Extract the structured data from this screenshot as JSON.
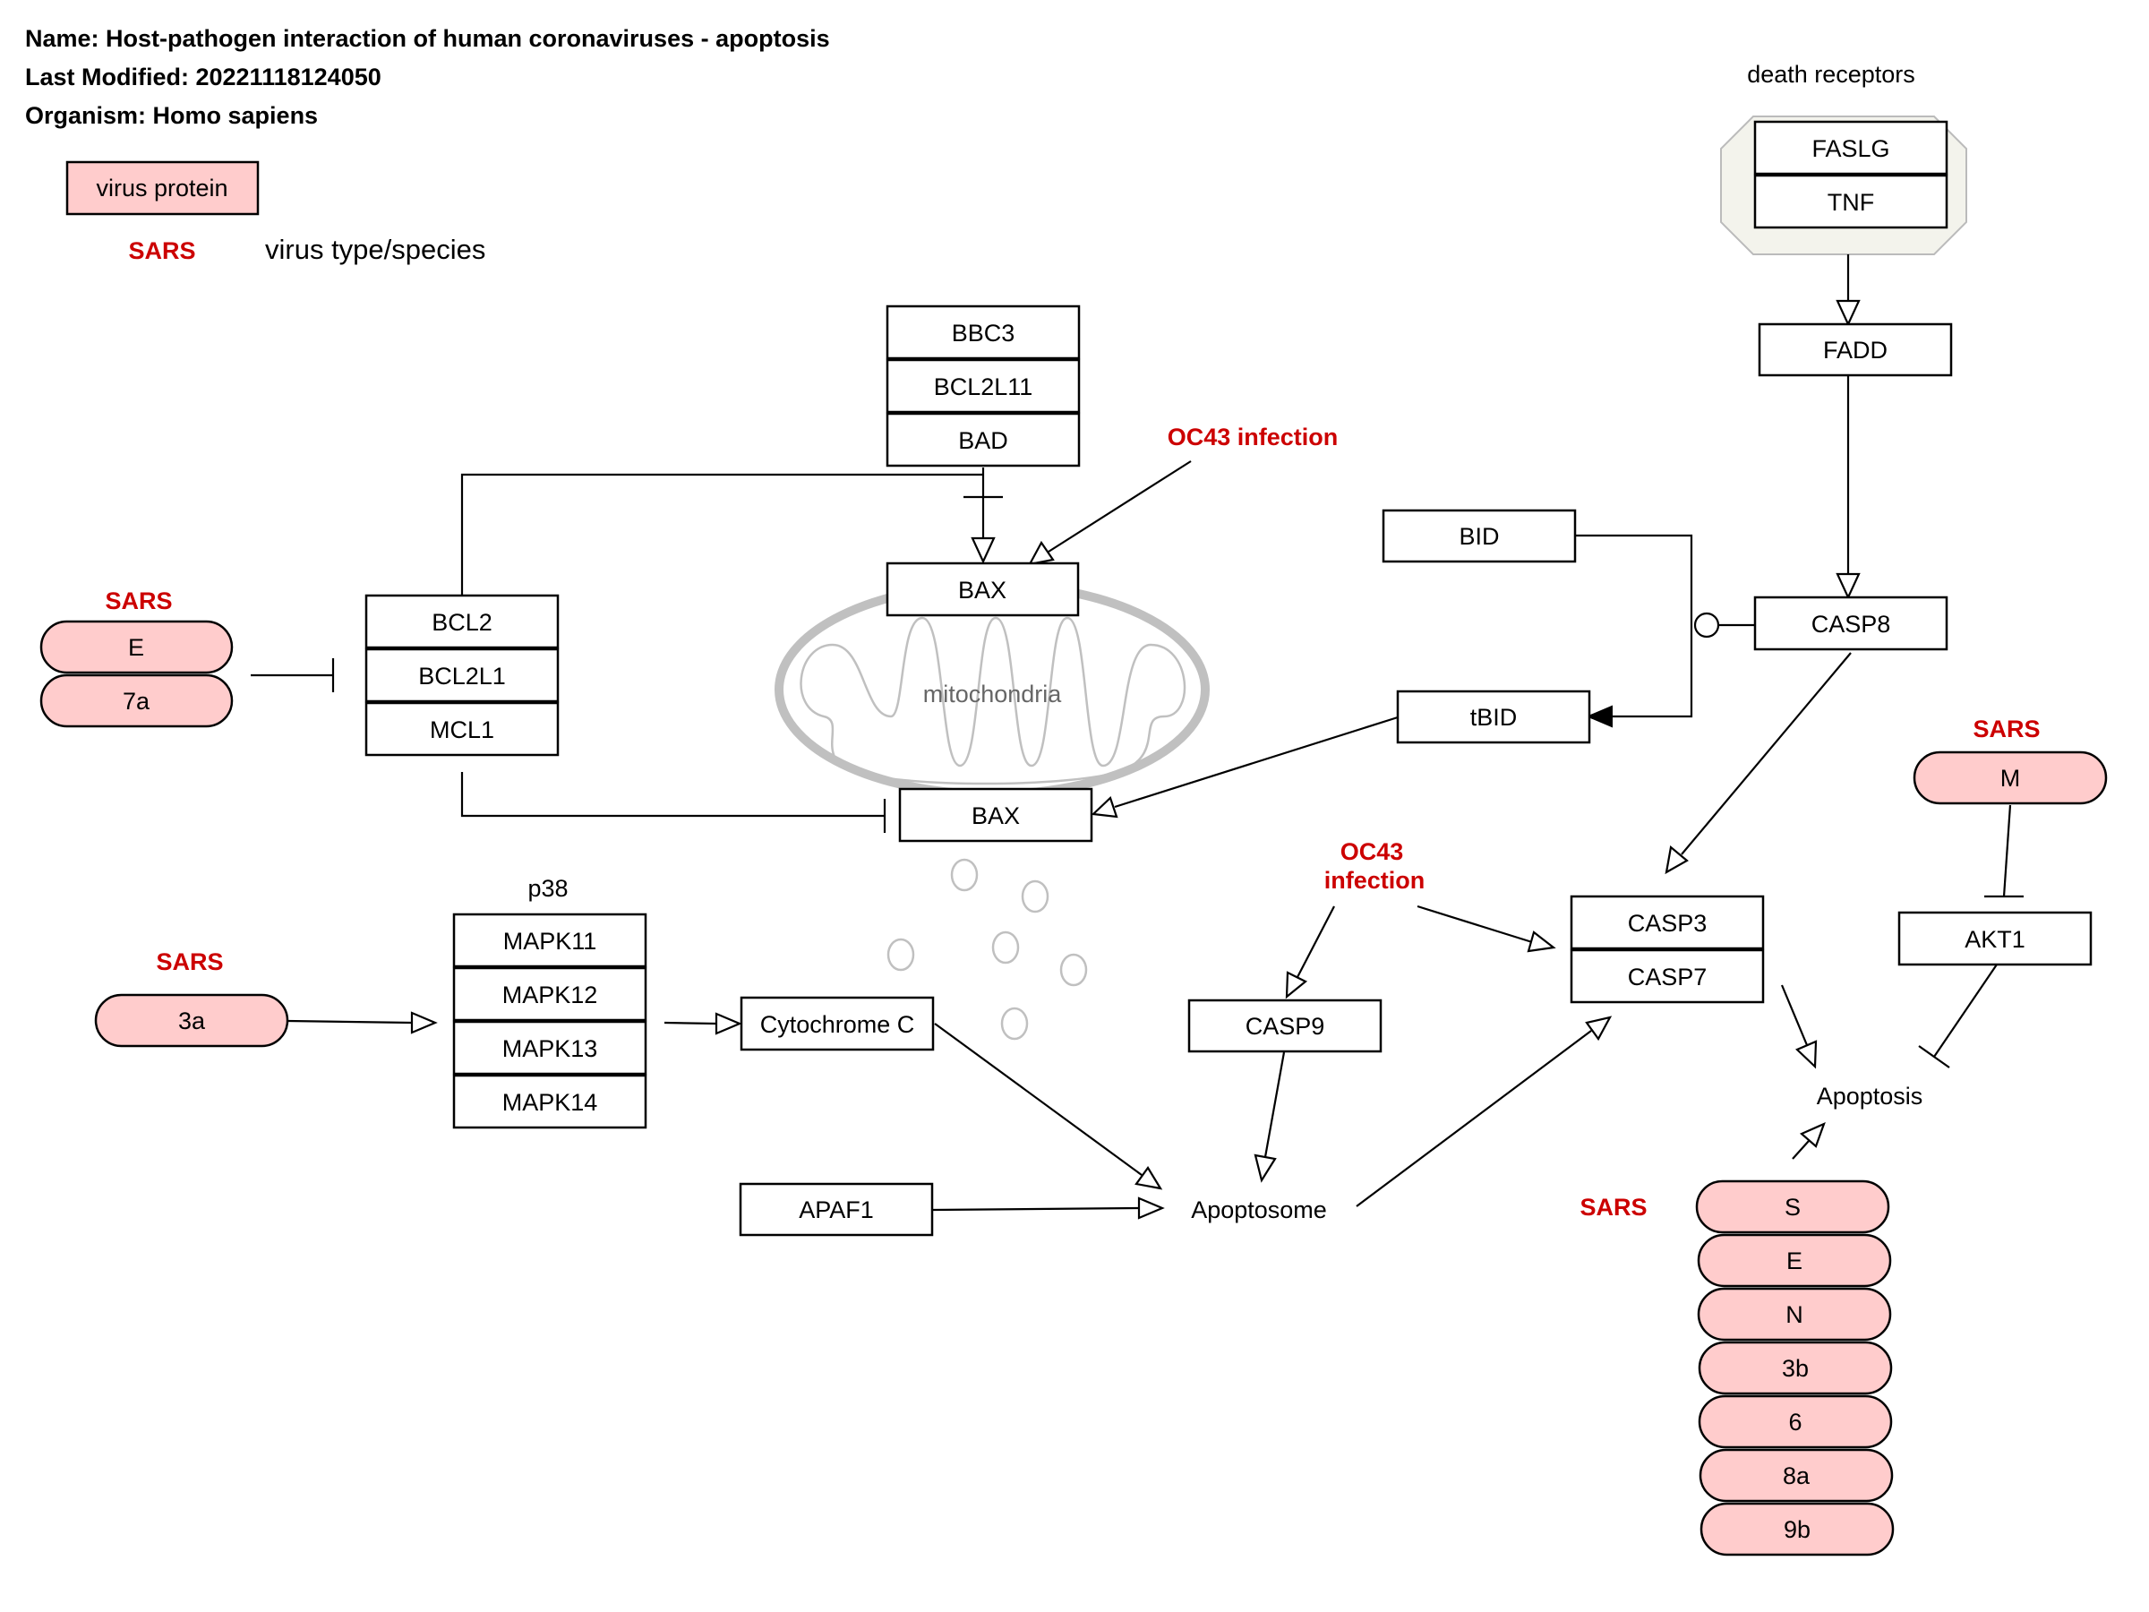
{
  "header": {
    "name": "Name: Host-pathogen interaction of human coronaviruses - apoptosis",
    "modified": "Last Modified: 20221118124050",
    "organism": "Organism: Homo sapiens"
  },
  "legend": {
    "virus_protein": "virus protein",
    "sars": "SARS",
    "virus_type": "virus type/species"
  },
  "labels": {
    "death_receptors": "death receptors",
    "p38": "p38",
    "mitochondria": "mitochondria",
    "apoptosome": "Apoptosome",
    "apoptosis": "Apoptosis",
    "oc43_infection": "OC43 infection",
    "oc43_line1": "OC43",
    "oc43_line2": "infection",
    "sars": "SARS"
  },
  "genes": {
    "fasl": "FASLG",
    "tnf": "TNF",
    "fadd": "FADD",
    "casp8": "CASP8",
    "bid": "BID",
    "tbid": "tBID",
    "bbc3": "BBC3",
    "bcl2l11": "BCL2L11",
    "bad": "BAD",
    "bax": "BAX",
    "bcl2": "BCL2",
    "bcl2l1": "BCL2L1",
    "mcl1": "MCL1",
    "mapk11": "MAPK11",
    "mapk12": "MAPK12",
    "mapk13": "MAPK13",
    "mapk14": "MAPK14",
    "cytc": "Cytochrome C",
    "apaf1": "APAF1",
    "casp9": "CASP9",
    "casp3": "CASP3",
    "casp7": "CASP7",
    "akt1": "AKT1"
  },
  "virus_proteins": {
    "e": "E",
    "seven_a": "7a",
    "three_a": "3a",
    "m": "M",
    "s": "S",
    "n": "N",
    "three_b": "3b",
    "six": "6",
    "eight_a": "8a",
    "nine_b": "9b"
  },
  "colors": {
    "virus_fill": "#ffcccc",
    "species_text": "#cc0000",
    "mito_outline": "#c0c0c0",
    "complex_fill": "#f3f3ec"
  }
}
